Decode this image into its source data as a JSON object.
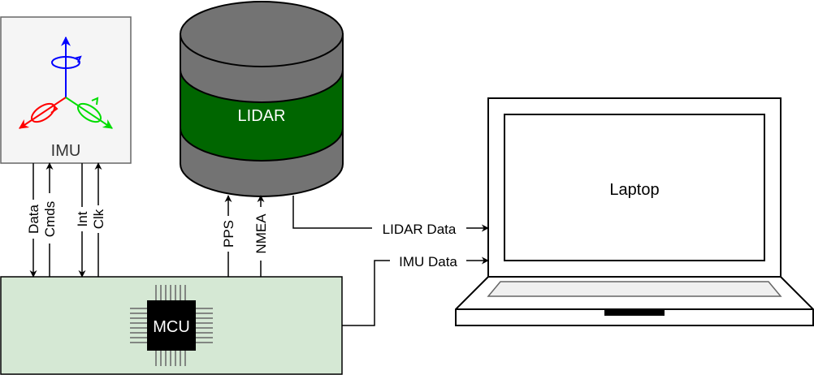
{
  "nodes": {
    "imu": {
      "label": "IMU"
    },
    "lidar": {
      "label": "LIDAR"
    },
    "mcu": {
      "label": "MCU"
    },
    "laptop": {
      "label": "Laptop"
    }
  },
  "edges": {
    "data": "Data",
    "cmds": "Cmds",
    "int": "Int",
    "clk": "Clk",
    "pps": "PPS",
    "nmea": "NMEA",
    "lidar_data": "LIDAR Data",
    "imu_data": "IMU Data"
  },
  "colors": {
    "imu_fill": "#f5f5f5",
    "imu_stroke": "#666666",
    "lidar_body": "#737373",
    "lidar_band": "#006600",
    "mcu_board": "#d5e8d4",
    "chip": "#000000",
    "axis_x": "#ff0000",
    "axis_y": "#00dd00",
    "axis_z": "#0000ff"
  }
}
